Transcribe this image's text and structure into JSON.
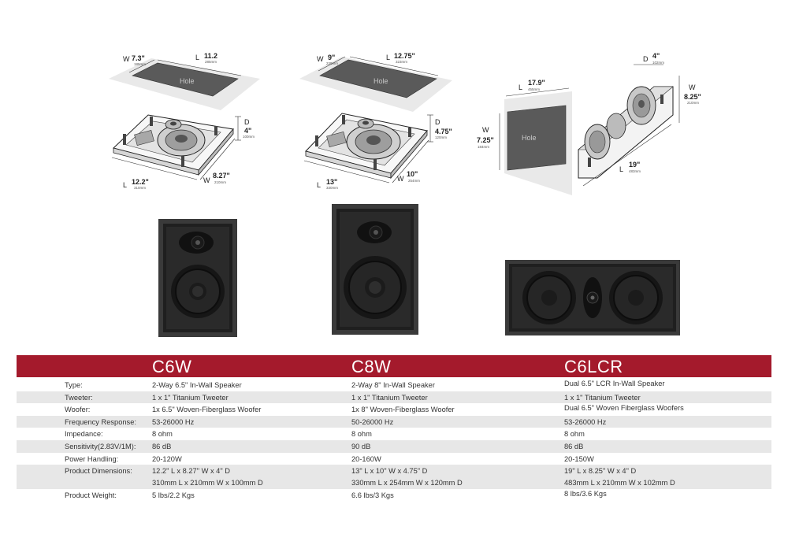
{
  "diagrams": {
    "c6w": {
      "hole_label": "Hole",
      "w_letter": "W",
      "w_value": "7.3\"",
      "w_mm": "185mm",
      "l_letter": "L",
      "l_value": "11.2",
      "l_mm": "285mm",
      "d_letter": "D",
      "d_value": "4\"",
      "d_mm": "100mm",
      "bl_letter": "L",
      "bl_value": "12.2\"",
      "bl_mm": "310mm",
      "bw_letter": "W",
      "bw_value": "8.27\"",
      "bw_mm": "210mm"
    },
    "c8w": {
      "hole_label": "Hole",
      "w_letter": "W",
      "w_value": "9\"",
      "w_mm": "229mm",
      "l_letter": "L",
      "l_value": "12.75\"",
      "l_mm": "323mm",
      "d_letter": "D",
      "d_value": "4.75\"",
      "d_mm": "120mm",
      "bl_letter": "L",
      "bl_value": "13\"",
      "bl_mm": "330mm",
      "bw_letter": "W",
      "bw_value": "10\"",
      "bw_mm": "254mm"
    },
    "c6lcr": {
      "hole_label": "Hole",
      "l_letter": "L",
      "l_value": "17.9\"",
      "l_mm": "455mm",
      "w_letter": "W",
      "w_value": "7.25\"",
      "w_mm": "184mm",
      "d_letter": "D",
      "d_value": "4\"",
      "d_mm": "102mm",
      "rw_letter": "W",
      "rw_value": "8.25\"",
      "rw_mm": "210mm",
      "bl_letter": "L",
      "bl_value": "19\"",
      "bl_mm": "483mm"
    }
  },
  "models": [
    "C6W",
    "C8W",
    "C6LCR"
  ],
  "specs": [
    {
      "label": "Type:",
      "values": [
        "2-Way 6.5\" In-Wall Speaker",
        "2-Way 8\" In-Wall Speaker",
        "Dual 6.5\" LCR In-Wall Speaker"
      ]
    },
    {
      "label": "Tweeter:",
      "values": [
        "1 x 1\" Titanium Tweeter",
        "1 x 1\" Titanium Tweeter",
        "1 x 1\" Titanium Tweeter"
      ]
    },
    {
      "label": "Woofer:",
      "values": [
        "1x 6.5\" Woven-Fiberglass Woofer",
        "1x 8\" Woven-Fiberglass Woofer",
        "Dual 6.5\" Woven Fiberglass Woofers"
      ]
    },
    {
      "label": "Frequency Response:",
      "values": [
        "53-26000 Hz",
        "50-26000 Hz",
        "53-26000 Hz"
      ]
    },
    {
      "label": "Impedance:",
      "values": [
        "8 ohm",
        "8 ohm",
        "8 ohm"
      ]
    },
    {
      "label": "Sensitivity(2.83V/1M):",
      "values": [
        "86 dB",
        "90 dB",
        "86 dB"
      ]
    },
    {
      "label": "Power Handling:",
      "values": [
        "20-120W",
        "20-160W",
        "20-150W"
      ]
    },
    {
      "label": "Product Dimensions:",
      "values": [
        "12.2\" L x 8.27\" W x 4\" D",
        "13\" L x 10\" W x 4.75\" D",
        "19\" L x 8.25\" W x 4\" D"
      ],
      "values2": [
        "310mm L x 210mm W x 100mm D",
        "330mm L x 254mm W x 120mm D",
        "483mm L x 210mm W x 102mm D"
      ]
    },
    {
      "label": "Product Weight:",
      "values": [
        "5 lbs/2.2 Kgs",
        "6.6 lbs/3 Kgs",
        "8 lbs/3.6 Kgs"
      ]
    }
  ]
}
